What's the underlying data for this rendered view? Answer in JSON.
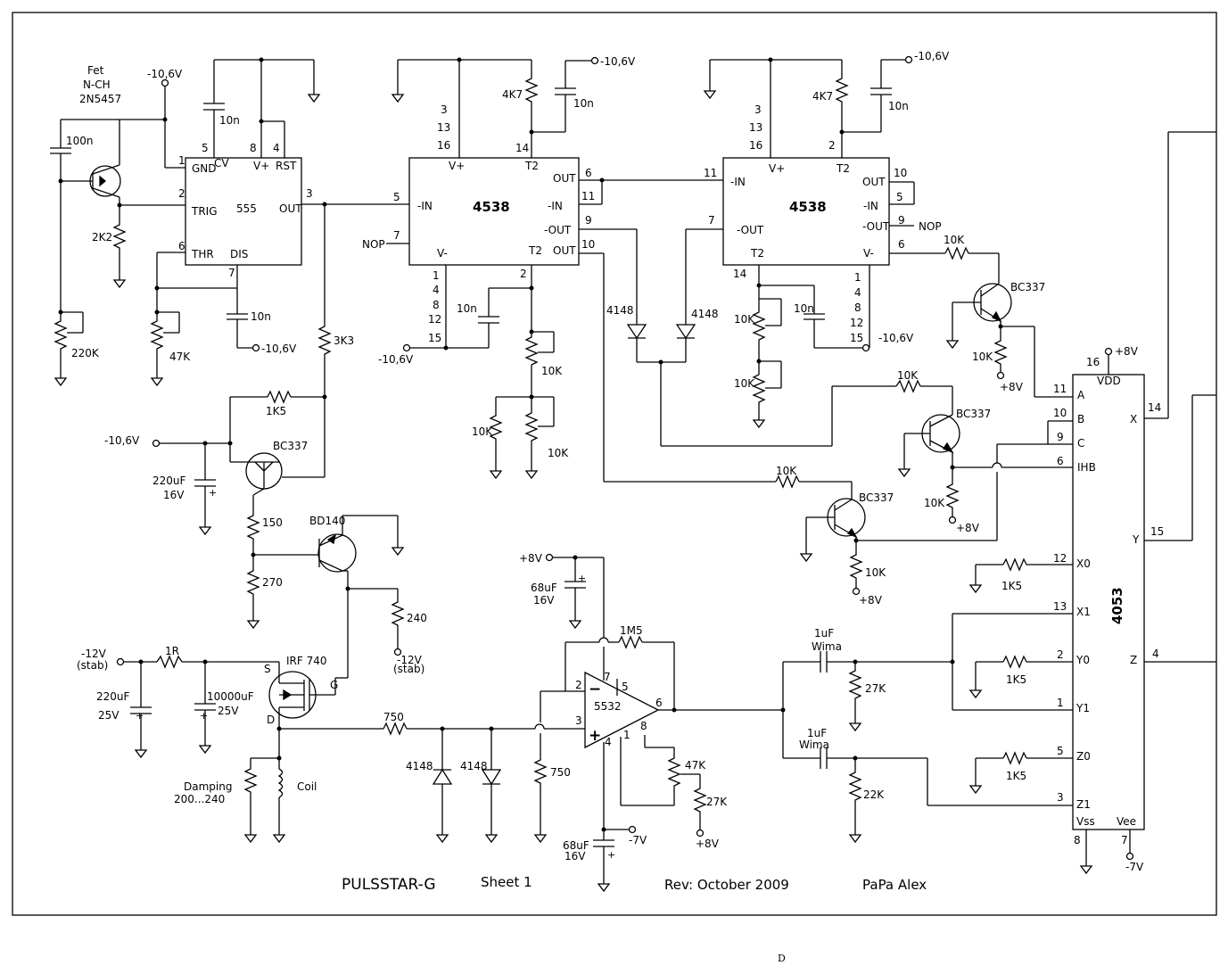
{
  "title_block": {
    "name": "PULSSTAR-G",
    "sheet": "Sheet 1",
    "rev": "Rev: October 2009",
    "author": "PaPa Alex"
  },
  "stray_label": "D",
  "fet": {
    "line1": "Fet",
    "line2": "N-CH",
    "line3": "2N5457"
  },
  "labels": {
    "neg_10_6v": "-10,6V",
    "pos_8v": "+8V",
    "neg_7v": "-7V",
    "neg_12v": "-12V",
    "stab": "(stab)",
    "nop": "NOP",
    "coil": "Coil",
    "damping": "Damping",
    "damping_range": "200...240",
    "wima": "Wima"
  },
  "ic_555": {
    "name": "555",
    "pins": {
      "gnd": "GND",
      "cv": "CV",
      "vplus": "V+",
      "rst": "RST",
      "trig": "TRIG",
      "out": "OUT",
      "thr": "THR",
      "dis": "DIS"
    },
    "nums": {
      "p1": "1",
      "p2": "2",
      "p3": "3",
      "p4": "4",
      "p5": "5",
      "p6": "6",
      "p7": "7",
      "p8": "8"
    }
  },
  "ic_4538a": {
    "name": "4538",
    "pins": {
      "vplus": "V+",
      "t2": "T2",
      "out": "OUT",
      "min": "-IN",
      "mout": "-OUT",
      "vminus": "V-"
    },
    "nums": {
      "p3": "3",
      "p13": "13",
      "p16": "16",
      "p14": "14",
      "p6": "6",
      "p11": "11",
      "p9": "9",
      "p10": "10",
      "p5": "5",
      "p7": "7",
      "p1": "1",
      "p4": "4",
      "p8": "8",
      "p12": "12",
      "p15": "15",
      "p2": "2"
    }
  },
  "ic_4538b": {
    "name": "4538",
    "pins": {
      "vplus": "V+",
      "t2": "T2",
      "out": "OUT",
      "min": "-IN",
      "mout": "-OUT",
      "vminus": "V-"
    },
    "nums": {
      "p3": "3",
      "p13": "13",
      "p16": "16",
      "p2": "2",
      "p11": "11",
      "p7": "7",
      "p10": "10",
      "p5": "5",
      "p9": "9",
      "p6": "6",
      "p14": "14",
      "p1": "1",
      "p4": "4",
      "p8": "8",
      "p12": "12",
      "p15": "15"
    }
  },
  "ic_4053": {
    "name": "4053",
    "pins": {
      "vdd": "VDD",
      "a": "A",
      "b": "B",
      "c": "C",
      "ihb": "IHB",
      "x0": "X0",
      "x1": "X1",
      "y0": "Y0",
      "y1": "Y1",
      "z0": "Z0",
      "z1": "Z1",
      "vss": "Vss",
      "vee": "Vee",
      "x": "X",
      "y": "Y",
      "z": "Z"
    },
    "nums": {
      "p16": "16",
      "p11": "11",
      "p10": "10",
      "p9": "9",
      "p6": "6",
      "p12": "12",
      "p13": "13",
      "p2": "2",
      "p1": "1",
      "p5": "5",
      "p3": "3",
      "p8": "8",
      "p7": "7",
      "p14": "14",
      "p15": "15",
      "p4": "4"
    }
  },
  "opamp": {
    "name": "5532",
    "nums": {
      "p2": "2",
      "p3": "3",
      "p7": "7",
      "p5": "5",
      "p6": "6",
      "p4": "4",
      "p1": "1",
      "p8": "8"
    }
  },
  "components": {
    "c_100n": "100n",
    "c_10n": "10n",
    "r_2k2": "2K2",
    "r_220k": "220K",
    "r_47k": "47K",
    "r_3k3": "3K3",
    "r_1k5": "1K5",
    "q_bc337": "BC337",
    "q_bd140": "BD140",
    "c_220uf": "220uF",
    "v_16v": "16V",
    "v_25v": "25V",
    "r_150": "150",
    "r_270": "270",
    "r_240": "240",
    "r_1r": "1R",
    "c_10000uf": "10000uF",
    "q_irf740": "IRF 740",
    "pin_s": "S",
    "pin_g": "G",
    "pin_d": "D",
    "r_750": "750",
    "d_4148": "4148",
    "r_4k7": "4K7",
    "r_10k": "10K",
    "c_68uf": "68uF",
    "r_1m5": "1M5",
    "r_27k": "27K",
    "r_22k": "22K",
    "c_1uf": "1uF"
  }
}
